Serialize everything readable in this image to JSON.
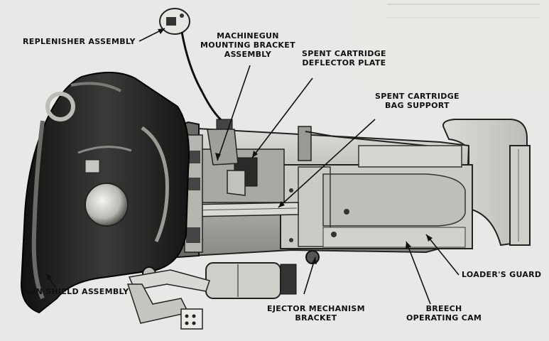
{
  "labels": {
    "replenisher": [
      "REPLENISHER ASSEMBLY"
    ],
    "mg_bracket": [
      "MACHINEGUN",
      "MOUNTING BRACKET",
      "ASSEMBLY"
    ],
    "deflector": [
      "SPENT CARTRIDGE",
      "DEFLECTOR PLATE"
    ],
    "bag_support": [
      "SPENT CARTRIDGE",
      "BAG SUPPORT"
    ],
    "loaders_guard": [
      "LOADER'S GUARD"
    ],
    "gun_shield": [
      "GUN SHIELD ASSEMBLY"
    ],
    "ejector": [
      "EJECTOR MECHANISM",
      "BRACKET"
    ],
    "breech_cam": [
      "BREECH",
      "OPERATING CAM"
    ]
  },
  "colors": {
    "background": "#e9e9e6",
    "metal_dark": "#1e1e1e",
    "metal_mid": "#6e6e6a",
    "metal_light": "#d8d8d4",
    "leader": "#111111"
  }
}
